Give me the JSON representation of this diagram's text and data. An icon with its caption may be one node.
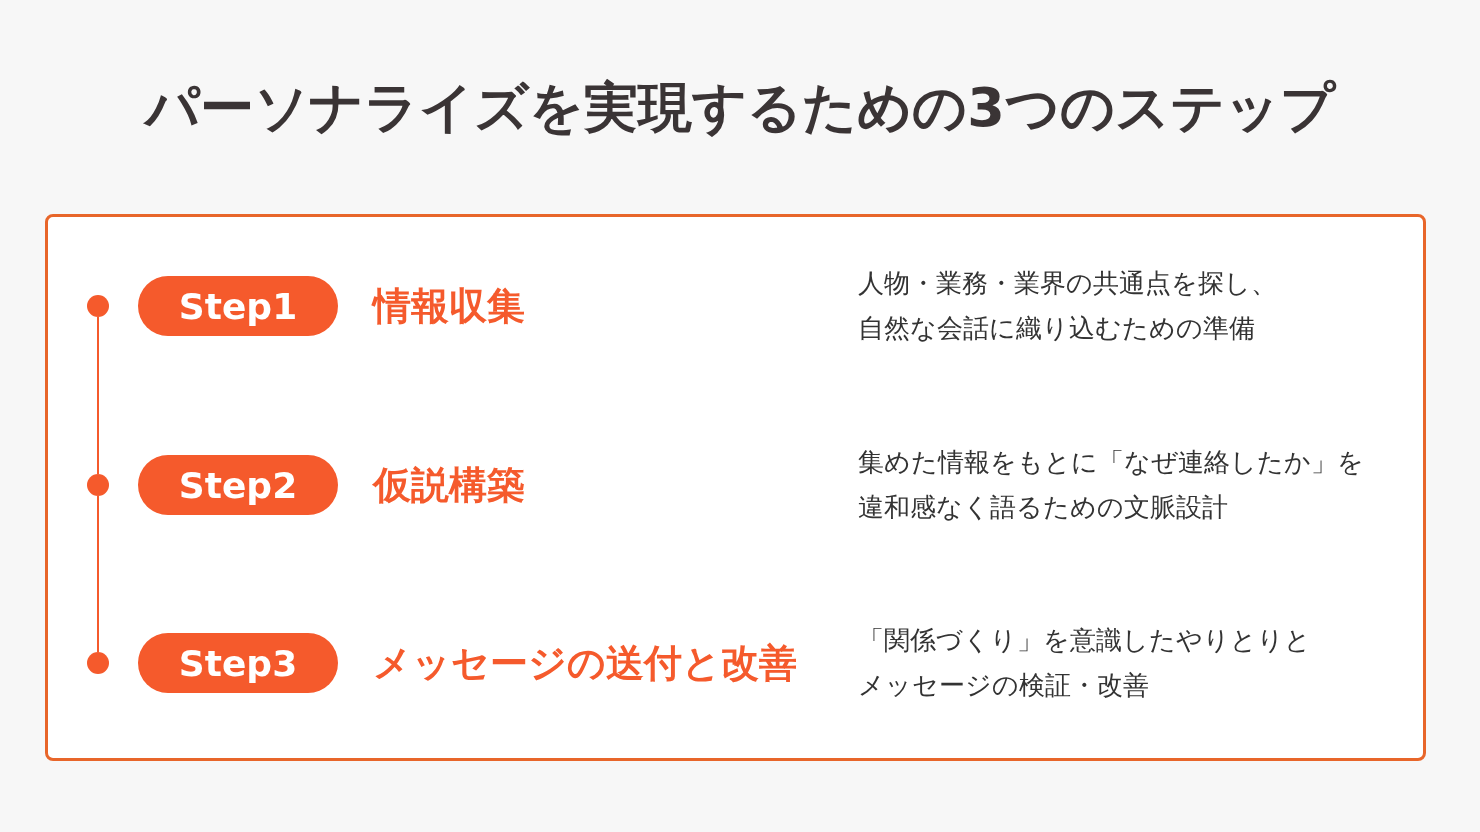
{
  "diagram": {
    "title": "パーソナライズを実現するための3つのステップ",
    "nodes": [
      {
        "text": [],
        "shape": "box"
      },
      {
        "text": [],
        "shape": "circle",
        "in": 0
      },
      {
        "text": [
          "Step1"
        ],
        "in": 0,
        "beside": [
          "情報収集"
        ]
      },
      {
        "text": [],
        "shape": "circle",
        "in": 0
      },
      {
        "text": [
          "Step2"
        ],
        "in": 0,
        "beside": [
          "仮説構築"
        ]
      },
      {
        "text": [],
        "shape": "circle",
        "in": 0
      },
      {
        "text": [
          "Step3"
        ],
        "in": 0,
        "beside": [
          "メッセージの送付と改善"
        ]
      }
    ],
    "edges": [
      {
        "from": 1,
        "to": 3,
        "arrow": "none"
      },
      {
        "from": 3,
        "to": 5,
        "arrow": "none"
      }
    ],
    "labels": [
      "人物・業務・業界の共通点を探し、自然な会話に織り込むための準備",
      "集めた情報をもとに「なぜ連絡したか」を違和感なく語るための文脈設計",
      "「関係づくり」を意識したやりとりとメッセージの検証・改善"
    ]
  }
}
